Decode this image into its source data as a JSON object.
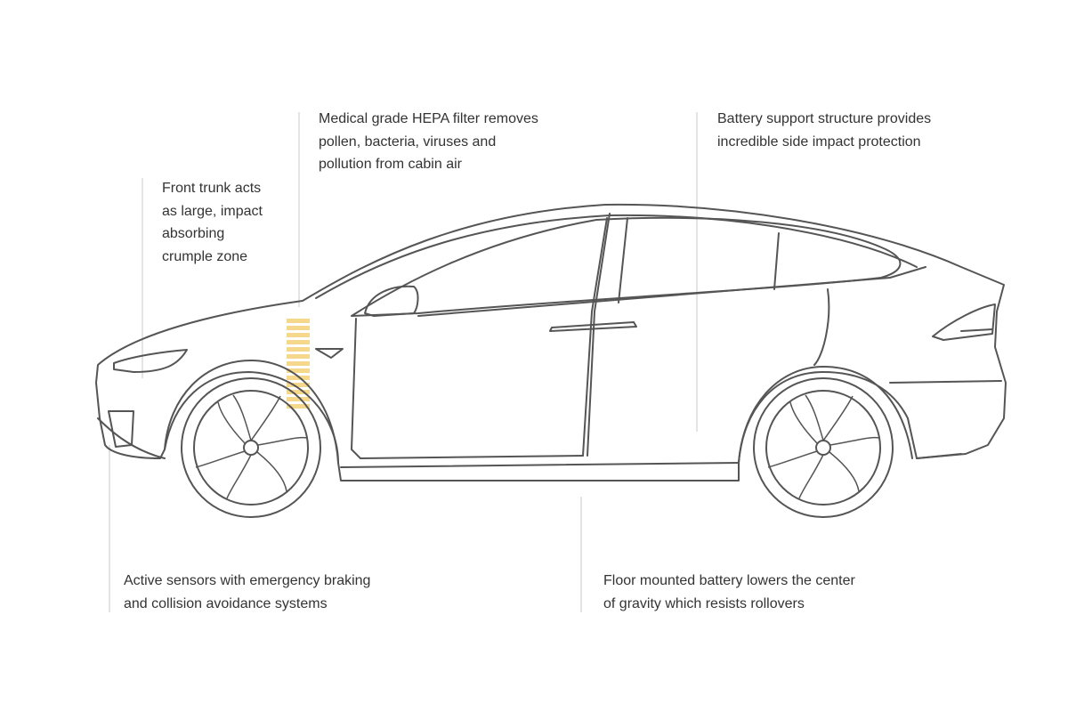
{
  "callouts": {
    "hepa_filter": {
      "lines": [
        "Medical grade HEPA filter removes",
        "pollen, bacteria, viruses and",
        "pollution from cabin air"
      ]
    },
    "battery_structure": {
      "lines": [
        "Battery support structure provides",
        "incredible side impact protection"
      ]
    },
    "front_trunk": {
      "lines": [
        "Front trunk acts",
        "as large, impact",
        "absorbing",
        "crumple zone"
      ]
    },
    "active_sensors": {
      "lines": [
        "Active sensors with emergency braking",
        "and collision avoidance systems"
      ]
    },
    "floor_battery": {
      "lines": [
        "Floor mounted battery lowers the center",
        "of gravity which resists rollovers"
      ]
    }
  },
  "colors": {
    "outline": "#555555",
    "leader_line": "#c8c8c8",
    "crumple_zone": "#f5d88c",
    "text": "#333333",
    "background": "#ffffff"
  }
}
